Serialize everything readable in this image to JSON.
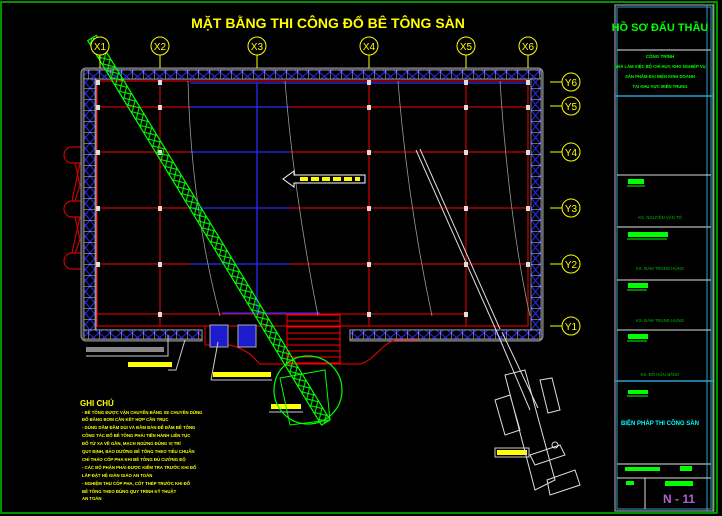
{
  "drawing": {
    "title": "MẶT BẰNG THI CÔNG ĐỔ BÊ TÔNG SÀN",
    "grid_x": [
      "X1",
      "X2",
      "X3",
      "X4",
      "X5",
      "X6"
    ],
    "grid_y": [
      "Y6",
      "Y5",
      "Y4",
      "Y3",
      "Y2",
      "Y1"
    ],
    "notes_title": "GHI CHÚ",
    "notes": [
      "- BÊ TÔNG ĐƯỢC VẬN CHUYỂN BẰNG XE CHUYÊN DÙNG",
      "ĐỔ BẰNG BƠM CẦN KẾT HỢP CẦN TRỤC",
      "- DÙNG DẦM ĐẦM DÙI VÀ ĐẦM BÀN ĐỂ ĐẦM BÊ TÔNG",
      "CÔNG TÁC ĐỔ BÊ TÔNG PHẢI TIẾN HÀNH LIÊN TỤC",
      "ĐỔ TỪ XA VỀ GẦN, MẠCH NGỪNG ĐÚNG VỊ TRÍ",
      "QUY ĐỊNH, BẢO DƯỠNG BÊ TÔNG THEO TIÊU CHUẨN",
      "CHỈ THÁO CỐP PHA KHI BÊ TÔNG ĐỦ CƯỜNG ĐỘ",
      "- CÁC BỘ PHẬN PHẢI ĐƯỢC KIỂM TRA TRƯỚC KHI ĐỔ",
      "LẮP ĐẶT HỆ GIÀN GIÁO AN TOÀN",
      "- NGHIỆM THU CỐP PHA, CỐT THÉP TRƯỚC KHI ĐỔ",
      "BÊ TÔNG THEO ĐÚNG QUY TRÌNH KỸ THUẬT",
      "AN TOÀN"
    ]
  },
  "title_block": {
    "header": "HỒ SƠ ĐẤU THẦU",
    "project_label": "CÔNG TRÌNH",
    "project_lines": [
      "NHÀ LÀM VIỆC BỘ CHỈ HUY, KHO NGHIỆP VỤ",
      "SẢN PHẨM ĐẠI ĐIỆN KINH DOANH",
      "TẠI KHU VỰC MIỀN TRUNG"
    ],
    "signers": [
      "KS. NGUYỄN VĂN TÔ",
      "KS. ĐÀM TRUNG HÙNG",
      "KS. ĐÀM TRUNG HÙNG",
      "KS. ĐỖ HỮU BẰNG"
    ],
    "sheet_title": "BIỆN PHÁP THI CÔNG SÀN",
    "sheet_number": "N - 11"
  },
  "colors": {
    "grid": "#ff0000",
    "beam": "#2020ff",
    "label": "#ffff00",
    "crane": "#00ff00",
    "block": "#00ff00",
    "sheet": "#00ffff",
    "number": "#b060d0"
  }
}
